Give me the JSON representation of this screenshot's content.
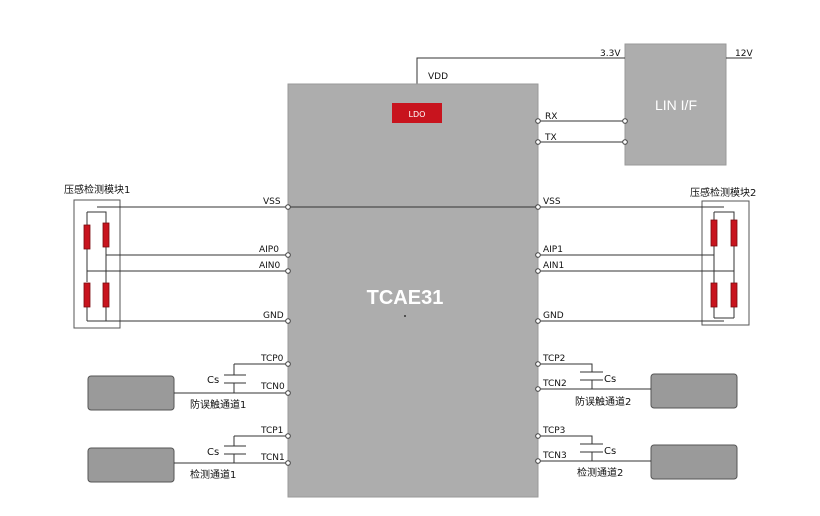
{
  "chip": {
    "name": "TCAE31",
    "ldo_label": "LDO",
    "vdd_label": "VDD"
  },
  "lin": {
    "label": "LIN I/F",
    "v33": "3.3V",
    "v12": "12V"
  },
  "pins": {
    "rx": "RX",
    "tx": "TX",
    "vss_left": "VSS",
    "vss_right": "VSS",
    "aip0": "AIP0",
    "ain0": "AIN0",
    "aip1": "AIP1",
    "ain1": "AIN1",
    "gnd_left": "GND",
    "gnd_right": "GND",
    "tcp0": "TCP0",
    "tcn0": "TCN0",
    "tcp1": "TCP1",
    "tcn1": "TCN1",
    "tcp2": "TCP2",
    "tcn2": "TCN2",
    "tcp3": "TCP3",
    "tcn3": "TCN3"
  },
  "modules": {
    "left": "压感检测模块1",
    "right": "压感检测模块2"
  },
  "cap_label": "Cs",
  "channels": {
    "anti_false_1": "防误触通道1",
    "anti_false_2": "防误触通道2",
    "detect_1": "检测通道1",
    "detect_2": "检测通道2"
  },
  "colors": {
    "chip": "#adadad",
    "ldo": "#c8141e",
    "pad": "#9a9a9a",
    "lin": "#adadad"
  }
}
